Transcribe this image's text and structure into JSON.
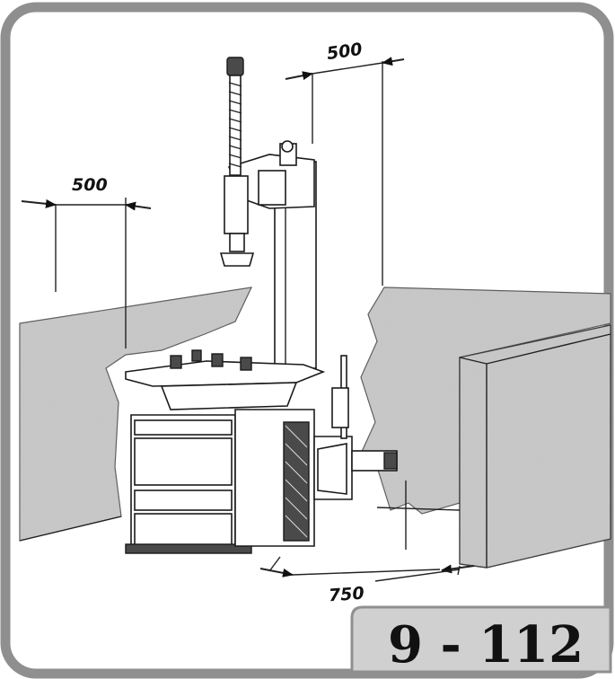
{
  "colors": {
    "frame": "#8f8f8f",
    "wall": "#c9c9c9",
    "badge": "#d0d0d0",
    "line": "#222222"
  },
  "dimensions": {
    "left_clearance": "500",
    "rear_clearance": "500",
    "side_clearance": "750"
  },
  "badge": {
    "label": "9 - 112"
  }
}
